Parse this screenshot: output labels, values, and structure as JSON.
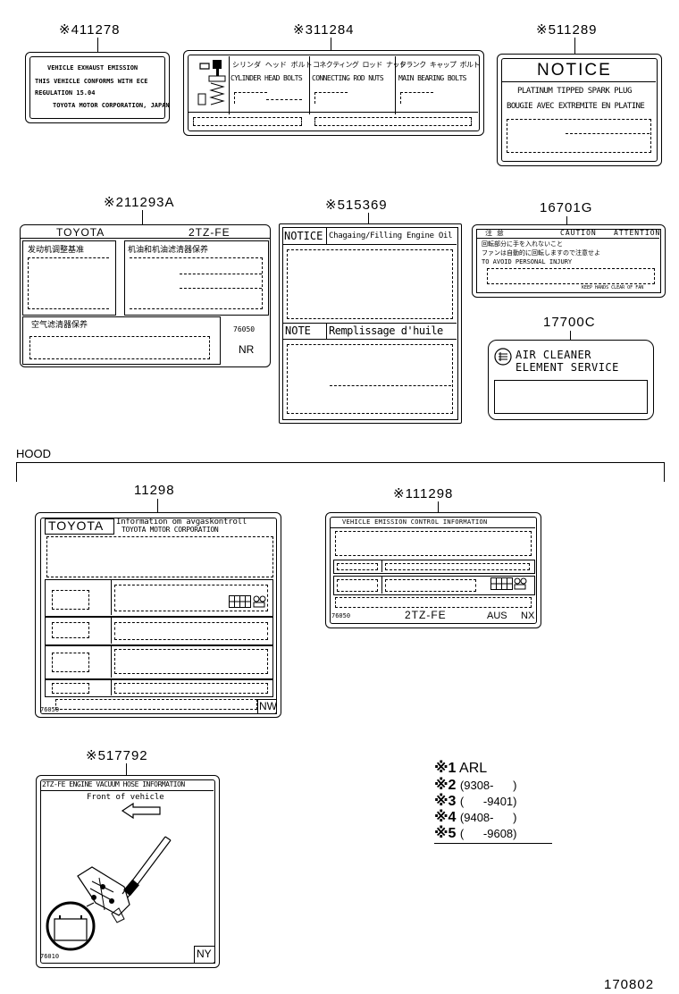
{
  "parts": {
    "p11278": {
      "number": "※411278"
    },
    "p11284": {
      "number": "※311284"
    },
    "p11289": {
      "number": "※511289"
    },
    "p11293a": {
      "number": "※211293A"
    },
    "p15369": {
      "number": "※515369"
    },
    "p16701g": {
      "number": "16701G"
    },
    "p17700c": {
      "number": "17700C"
    },
    "p11298": {
      "number": "11298"
    },
    "p11298b": {
      "number": "※111298"
    },
    "p17792": {
      "number": "※517792"
    }
  },
  "labels": {
    "emission": {
      "lines": [
        "VEHICLE EXHAUST EMISSION",
        "THIS VEHICLE CONFORMS WITH ECE",
        "REGULATION 15.04",
        "TOYOTA MOTOR CORPORATION, JAPAN"
      ]
    },
    "torque": {
      "col1_jp": "シリンダ ヘッド ボルト",
      "col1_en": "CYLINDER HEAD BOLTS",
      "col2_jp": "コネクティング ロッド ナット",
      "col2_en": "CONNECTING ROD NUTS",
      "col3_jp": "クランク キャップ ボルト",
      "col3_en": "MAIN BEARING BOLTS"
    },
    "spark": {
      "title": "NOTICE",
      "line1": "PLATINUM TIPPED SPARK PLUG",
      "line2": "BOUGIE AVEC EXTREMITE EN PLATINE"
    },
    "china": {
      "brand": "TOYOTA",
      "engine": "2TZ-FE",
      "box1": "发动机调整基准",
      "box2": "机油和机油滤清器保养",
      "box3": "空气滤清器保养",
      "code": "76050",
      "suffix": "NR"
    },
    "oil": {
      "notice": "NOTICE",
      "notice_text": "Chagaing/Filling Engine Oil",
      "note": "NOTE",
      "note_text": "Remplissage d'huile"
    },
    "caution": {
      "jp_head": "注 意",
      "caution": "CAUTION",
      "attention": "ATTENTION",
      "line1": "回転部分に手を入れないこと",
      "line2": "ファンは自動的に回転しますので注意せよ",
      "line3": "TO AVOID PERSONAL INJURY",
      "footer": "KEEP HANDS CLEAR OF FAN"
    },
    "aircleaner": {
      "line1": "AIR CLEANER",
      "line2": "ELEMENT SERVICE"
    },
    "hood": {
      "title": "HOOD"
    },
    "info_a": {
      "brand": "TOYOTA",
      "title": "Information om avgaskontroll",
      "subtitle": "TOYOTA MOTOR CORPORATION",
      "code": "76050",
      "suffix": "NW"
    },
    "info_b": {
      "title": "VEHICLE EMISSION CONTROL INFORMATION",
      "code": "76050",
      "engine": "2TZ-FE",
      "region": "AUS",
      "suffix": "NX"
    },
    "vacuum": {
      "title": "2TZ-FE ENGINE VACUUM HOSE INFORMATION",
      "front": "Front of vehicle",
      "code": "76010",
      "suffix": "NY"
    }
  },
  "legend": [
    {
      "mark": "※1",
      "text": "ARL"
    },
    {
      "mark": "※2",
      "text": "(9308-      )"
    },
    {
      "mark": "※3",
      "text": "(      -9401)"
    },
    {
      "mark": "※4",
      "text": "(9408-      )"
    },
    {
      "mark": "※5",
      "text": "(      -9608)"
    }
  ],
  "diagram_id": "170802"
}
